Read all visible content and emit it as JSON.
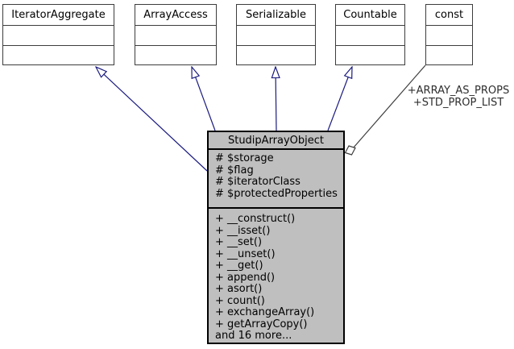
{
  "diagram": {
    "title_class": "StudipArrayObject",
    "interfaces": [
      {
        "name": "IteratorAggregate"
      },
      {
        "name": "ArrayAccess"
      },
      {
        "name": "Serializable"
      },
      {
        "name": "Countable"
      },
      {
        "name": "const"
      }
    ],
    "main_class": {
      "name": "StudipArrayObject",
      "attributes": [
        "# $storage",
        "# $flag",
        "# $iteratorClass",
        "# $protectedProperties"
      ],
      "methods": [
        "+ __construct()",
        "+ __isset()",
        "+ __set()",
        "+ __unset()",
        "+ __get()",
        "+ append()",
        "+ asort()",
        "+ count()",
        "+ exchangeArray()",
        "+ getArrayCopy()",
        "and 16 more..."
      ]
    },
    "usage_edge": {
      "labels": [
        "+ARRAY_AS_PROPS",
        "+STD_PROP_LIST"
      ]
    },
    "colors": {
      "inheritance_edge": "#1b1b80",
      "usage_edge": "#3d3d3d",
      "box_border": "#3d3d3d",
      "main_box_border": "#000000",
      "main_box_fill": "#bfbfbf",
      "background": "#ffffff"
    }
  }
}
